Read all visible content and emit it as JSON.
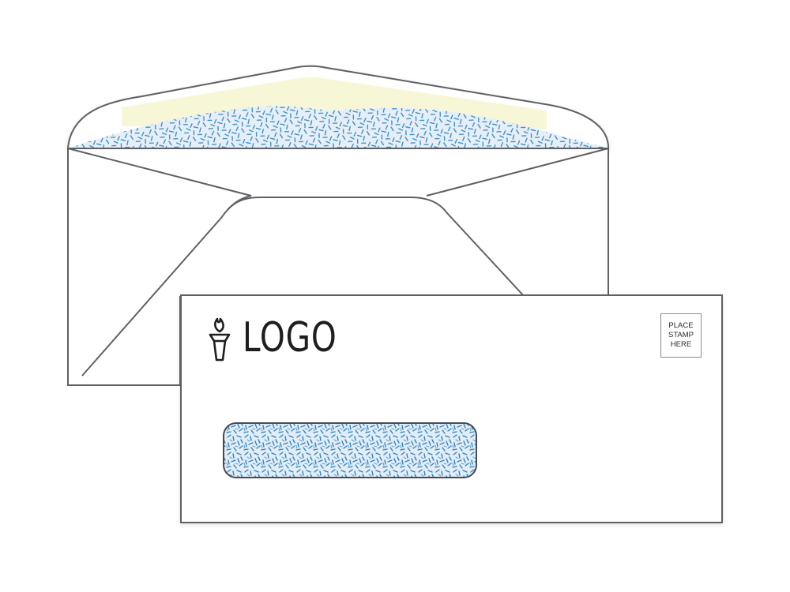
{
  "logo": {
    "text": "LOGO",
    "icon": "torch-icon"
  },
  "stamp_box": {
    "line1": "PLACE",
    "line2": "STAMP",
    "line3": "HERE"
  },
  "colors": {
    "outline": "#5f5f66",
    "paper": "#ffffff",
    "security_tint_blue": "#2f83be",
    "security_tint_background": "#e2edf7",
    "seal_strip": "#f7f7d8"
  }
}
